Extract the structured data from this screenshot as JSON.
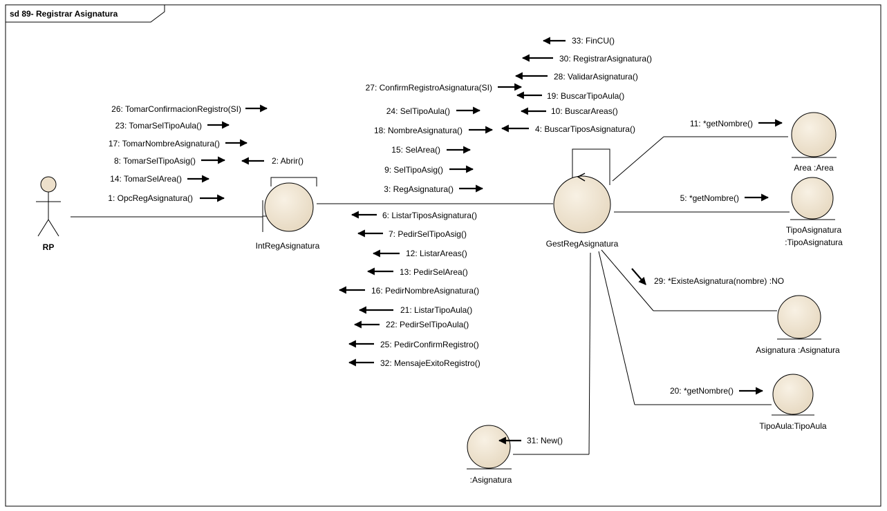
{
  "frame": {
    "title": "sd 89- Registrar Asignatura"
  },
  "actor": {
    "name": "RP"
  },
  "objects": {
    "interface": "IntRegAsignatura",
    "control": "GestRegAsignatura",
    "area": "Area :Area",
    "tipo_asignatura_line1": "TipoAsignatura",
    "tipo_asignatura_line2": ":TipoAsignatura",
    "asignatura": "Asignatura :Asignatura",
    "tipo_aula": "TipoAula:TipoAula",
    "new_asignatura": ":Asignatura"
  },
  "messages": {
    "actor_interface": [
      "26: TomarConfirmacionRegistro(SI)",
      "23: TomarSelTipoAula()",
      "17: TomarNombreAsignatura()",
      "8: TomarSelTipoAsig()",
      "2: Abrir()",
      "14: TomarSelArea()",
      "1: OpcRegAsignatura()"
    ],
    "to_control": [
      "27: ConfirmRegistroAsignatura(SI)",
      "24: SelTipoAula()",
      "18: NombreAsignatura()",
      "15: SelArea()",
      "9: SelTipoAsig()",
      "3: RegAsignatura()"
    ],
    "self_calls": [
      "33: FinCU()",
      "30: RegistrarAsignatura()",
      "28: ValidarAsignatura()",
      "19: BuscarTipoAula()",
      "10: BuscarAreas()",
      "4: BuscarTiposAsignatura()"
    ],
    "to_interface": [
      "6: ListarTiposAsignatura()",
      "7: PedirSelTipoAsig()",
      "12: ListarAreas()",
      "13: PedirSelArea()",
      "16: PedirNombreAsignatura()",
      "21: ListarTipoAula()",
      "22: PedirSelTipoAula()",
      "25: PedirConfirmRegistro()",
      "32: MensajeExitoRegistro()"
    ],
    "to_area": "11: *getNombre()",
    "to_tipo_asignatura": "5: *getNombre()",
    "to_asignatura": "29: *ExisteAsignatura(nombre) :NO",
    "to_tipo_aula": "20: *getNombre()",
    "to_new_asignatura": "31: New()"
  }
}
